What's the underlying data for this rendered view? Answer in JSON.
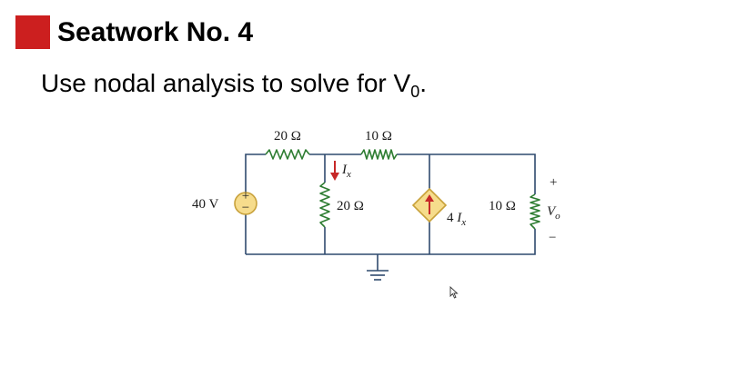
{
  "slide": {
    "title": "Seatwork No. 4",
    "instruction_main": "Use nodal analysis to solve for V",
    "instruction_sub": "0",
    "instruction_end": ".",
    "accent_color": "#cc1f1f"
  },
  "circuit": {
    "source_label": "40 V",
    "source_plus": "+",
    "source_minus": "−",
    "r1_label": "20 Ω",
    "r2_label": "10 Ω",
    "r3_label": "20 Ω",
    "r4_label": "10 Ω",
    "current_label": "I",
    "current_sub": "x",
    "dep_source_coef": "4 ",
    "dep_source_var": "I",
    "dep_source_sub": "x",
    "vo_plus": "+",
    "vo_label": "V",
    "vo_sub": "o",
    "vo_minus": "−",
    "wire_color": "#2f4a6e",
    "resistor_color": "#2e7d32",
    "source_fill": "#f6dc8c",
    "source_stroke": "#c8a13a",
    "arrow_color": "#c62828"
  }
}
